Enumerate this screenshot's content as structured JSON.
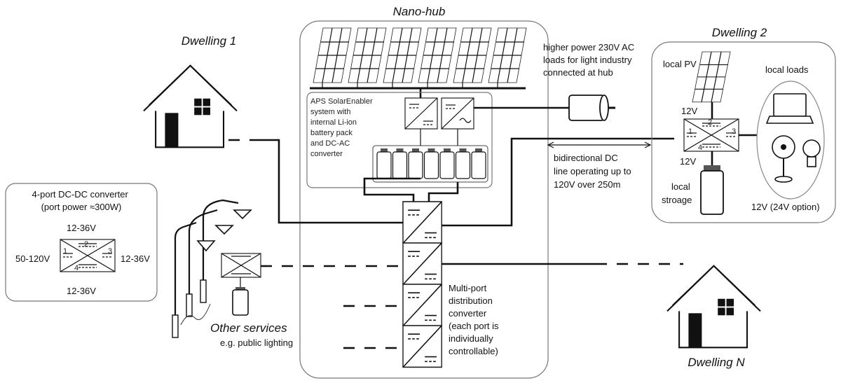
{
  "titles": {
    "nano_hub": "Nano-hub",
    "dwelling_1": "Dwelling 1",
    "dwelling_2": "Dwelling 2",
    "dwelling_n": "Dwelling N"
  },
  "hub": {
    "aps_lines": [
      "APS SolarEnabler",
      "system with",
      "internal Li-ion",
      "battery pack",
      "and DC-AC",
      "converter"
    ],
    "ac_load_lines": [
      "higher power 230V AC",
      "loads for light industry",
      "connected at hub"
    ],
    "dc_line_lines": [
      "bidirectional DC",
      "line operating up to",
      "120V over 250m"
    ],
    "multiport_lines": [
      "Multi-port",
      "distribution",
      "converter",
      "(each port is",
      "individually",
      "controllable)"
    ]
  },
  "dwelling2": {
    "local_pv": "local PV",
    "local_loads": "local loads",
    "v_top": "12V",
    "v_bottom": "12V",
    "local_storage_lines": [
      "local",
      "stroage"
    ],
    "voltage_option": "12V (24V option)",
    "port_numbers": [
      "1",
      "2",
      "3",
      "4"
    ]
  },
  "legend": {
    "title_lines": [
      "4-port DC-DC converter",
      "(port power ≈300W)"
    ],
    "top": "12-36V",
    "left": "50-120V",
    "right": "12-36V",
    "bottom": "12-36V",
    "port_numbers": [
      "1",
      "2",
      "3",
      "4"
    ]
  },
  "other_services": {
    "title": "Other services",
    "subtitle": "e.g. public lighting"
  },
  "icons": [
    "house-icon",
    "solar-panel-icon",
    "motor-icon",
    "battery-icon",
    "laptop-icon",
    "fan-icon",
    "light-bulb-icon",
    "street-lamp-icon"
  ]
}
